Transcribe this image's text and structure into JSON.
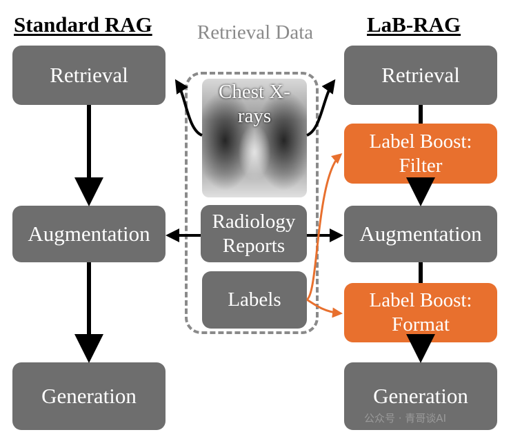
{
  "left_panel": {
    "title": "Standard RAG",
    "steps": [
      "Retrieval",
      "Augmentation",
      "Generation"
    ]
  },
  "center": {
    "title": "Retrieval Data",
    "image_label": "Chest X-rays",
    "reports_label": "Radiology Reports",
    "labels_label": "Labels"
  },
  "right_panel": {
    "title": "LaB-RAG",
    "retrieval": "Retrieval",
    "filter": "Label Boost: Filter",
    "augmentation": "Augmentation",
    "format": "Label Boost: Format",
    "generation": "Generation"
  },
  "watermark": "公众号 · 青哥谈AI",
  "colors": {
    "box_gray": "#6e6e6e",
    "boost_orange": "#e8702e",
    "dashed_border": "#8a8a8a"
  }
}
